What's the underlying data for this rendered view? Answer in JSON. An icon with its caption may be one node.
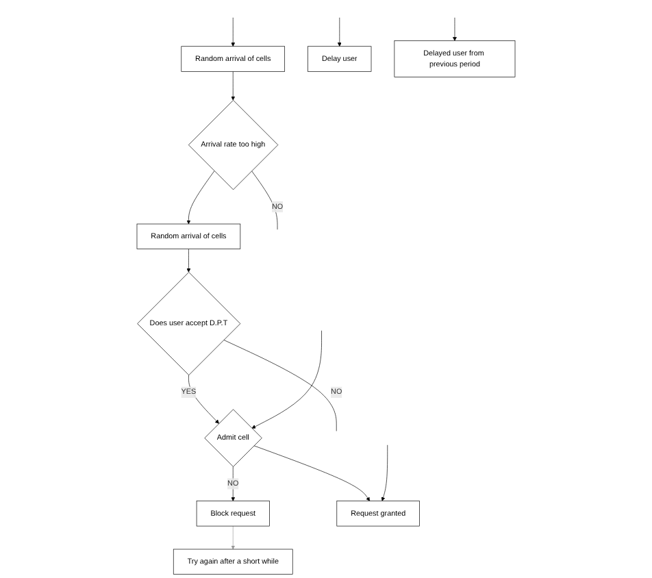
{
  "diagram": {
    "nodes": [
      {
        "text": [
          "Random arrival of cells"
        ]
      },
      {
        "text": [
          "Arrival rate too high"
        ]
      },
      {
        "text": [
          "Random arrival of cells"
        ]
      },
      {
        "text": [
          "Does user accept D.P.T"
        ]
      },
      {
        "text": [
          "Admit cell"
        ]
      },
      {
        "text": [
          "Block request"
        ]
      },
      {
        "text": [
          "Try again after a short while"
        ]
      },
      {
        "text": [
          "Request granted"
        ]
      },
      {
        "text": [
          "Delay user"
        ]
      },
      {
        "text": [
          "Delayed user from previous period"
        ]
      }
    ],
    "edges": [
      {
        "from": null,
        "to": 0,
        "arrow": "to"
      },
      {
        "from": 0,
        "to": 1,
        "arrow": "to"
      },
      {
        "from": 1,
        "to": null,
        "arrow": "none",
        "label": "NO"
      },
      {
        "from": 1,
        "to": 2,
        "arrow": "to"
      },
      {
        "from": 2,
        "to": 3,
        "arrow": "to"
      },
      {
        "from": 3,
        "to": 4,
        "arrow": "to",
        "label": "YES"
      },
      {
        "from": 3,
        "to": null,
        "arrow": "none",
        "label": "NO"
      },
      {
        "from": null,
        "to": 4,
        "arrow": "to"
      },
      {
        "from": 4,
        "to": 5,
        "arrow": "to",
        "label": "NO"
      },
      {
        "from": 5,
        "to": 6,
        "arrow": "to",
        "color": "#999999"
      },
      {
        "from": 4,
        "to": 7,
        "arrow": "to"
      },
      {
        "from": null,
        "to": 7,
        "arrow": "to"
      },
      {
        "from": null,
        "to": 8,
        "arrow": "to"
      },
      {
        "from": null,
        "to": 9,
        "arrow": "to"
      }
    ]
  }
}
